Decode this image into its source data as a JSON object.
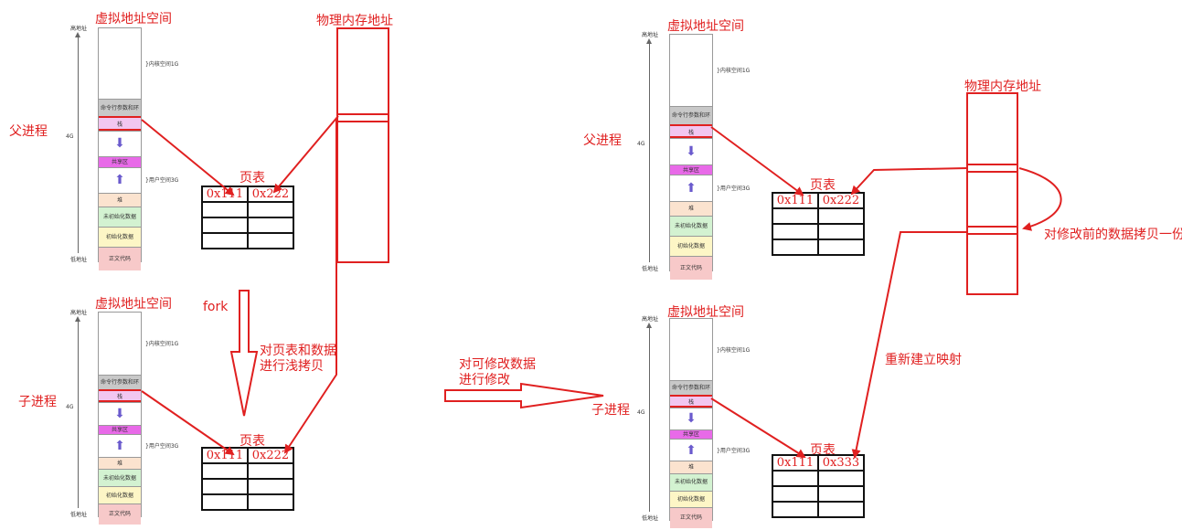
{
  "left": {
    "virt_title_top": "虚拟地址空间",
    "virt_title_bottom": "虚拟地址空间",
    "phys_title": "物理内存地址",
    "parent_label": "父进程",
    "child_label": "子进程",
    "fork_label": "fork",
    "shallow_copy_line1": "对页表和数据",
    "shallow_copy_line2": "进行浅拷贝",
    "pagetable_title_top": "页表",
    "pagetable_title_bottom": "页表",
    "pt_top": [
      [
        "0x111",
        "0x222"
      ],
      [
        "",
        ""
      ],
      [
        "",
        ""
      ],
      [
        "",
        ""
      ]
    ],
    "pt_bottom": [
      [
        "0x111",
        "0x222"
      ],
      [
        "",
        ""
      ],
      [
        "",
        ""
      ],
      [
        "",
        ""
      ]
    ]
  },
  "middle": {
    "modify_line1": "对可修改数据",
    "modify_line2": "进行修改"
  },
  "right": {
    "virt_title_top": "虚拟地址空间",
    "virt_title_bottom": "虚拟地址空间",
    "phys_title": "物理内存地址",
    "parent_label": "父进程",
    "child_label": "子进程",
    "pagetable_title_top": "页表",
    "pagetable_title_bottom": "页表",
    "copy_note": "对修改前的数据拷贝一份",
    "remap_note": "重新建立映射",
    "pt_top": [
      [
        "0x111",
        "0x222"
      ],
      [
        "",
        ""
      ],
      [
        "",
        ""
      ],
      [
        "",
        ""
      ]
    ],
    "pt_bottom": [
      [
        "0x111",
        "0x333"
      ],
      [
        "",
        ""
      ],
      [
        "",
        ""
      ],
      [
        "",
        ""
      ]
    ]
  },
  "mem_layout": {
    "high_addr": "高地址",
    "low_addr": "低地址",
    "size_total": "4G",
    "kernel_space": "内核空间1G",
    "user_space": "用户空间3G",
    "segments": [
      "命令行参数和环境变量",
      "栈",
      "",
      "共享区",
      "",
      "堆",
      "未初始化数据",
      "初始化数据",
      "正文代码"
    ]
  },
  "colors": {
    "annot": "#e02020",
    "stack": "#f2c6f0",
    "shared": "#e86ae8",
    "heap": "#fbe3cf",
    "bss": "#d3f2d1",
    "data": "#fdf6c6",
    "text": "#f7c9c9",
    "env": "#c8c8c8",
    "arrow": "#6a5acd"
  }
}
